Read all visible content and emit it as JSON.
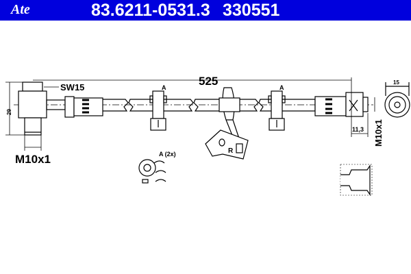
{
  "header": {
    "logo": "Ate",
    "part_number": "83.6211-0531.3",
    "reference": "330551",
    "color": "#0000dd"
  },
  "drawing": {
    "length": "525",
    "wrench_size": "SW15",
    "height_dim": "29",
    "thread_left": "M10x1",
    "thread_right": "M10x1",
    "clip_label": "A",
    "clip_detail_label": "A (2x)",
    "bracket_mark": "R",
    "fitting_length": "11,3",
    "fitting_width": "15"
  }
}
